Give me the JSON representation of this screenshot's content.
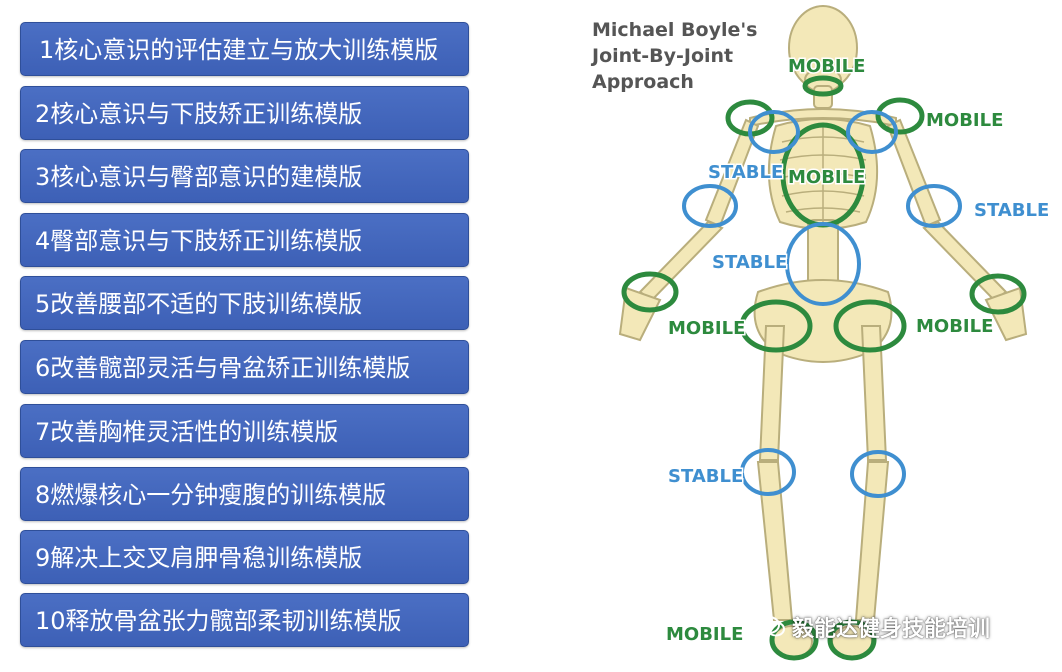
{
  "modules": [
    "1核心意识的评估建立与放大训练模版",
    "2核心意识与下肢矫正训练模版",
    "3核心意识与臀部意识的建模版",
    "4臀部意识与下肢矫正训练模版",
    "5改善腰部不适的下肢训练模版",
    "6改善髋部灵活与骨盆矫正训练模版",
    "7改善胸椎灵活性的训练模版",
    "8燃爆核心一分钟瘦腹的训练模版",
    "9解决上交叉肩胛骨稳训练模版",
    "10释放骨盆张力髋部柔韧训练模版"
  ],
  "diagram": {
    "title_lines": [
      "Michael Boyle's",
      "Joint-By-Joint",
      "Approach"
    ],
    "labels": {
      "neck": "MOBILE",
      "shoulder": "MOBILE",
      "thoracic": "MOBILE",
      "scapula": "STABLE",
      "elbow": "STABLE",
      "lumbar": "STABLE",
      "hip_left": "MOBILE",
      "hip_right": "MOBILE",
      "knee": "STABLE",
      "ankle": "MOBILE"
    },
    "colors": {
      "mobile": "#2d8a3e",
      "stable": "#3f8fd0",
      "bone": "#f3e8b8",
      "bone_outline": "#b9ae7c"
    }
  },
  "watermark": {
    "icon": "wechat-icon",
    "text": "毅能达健身技能培训"
  }
}
